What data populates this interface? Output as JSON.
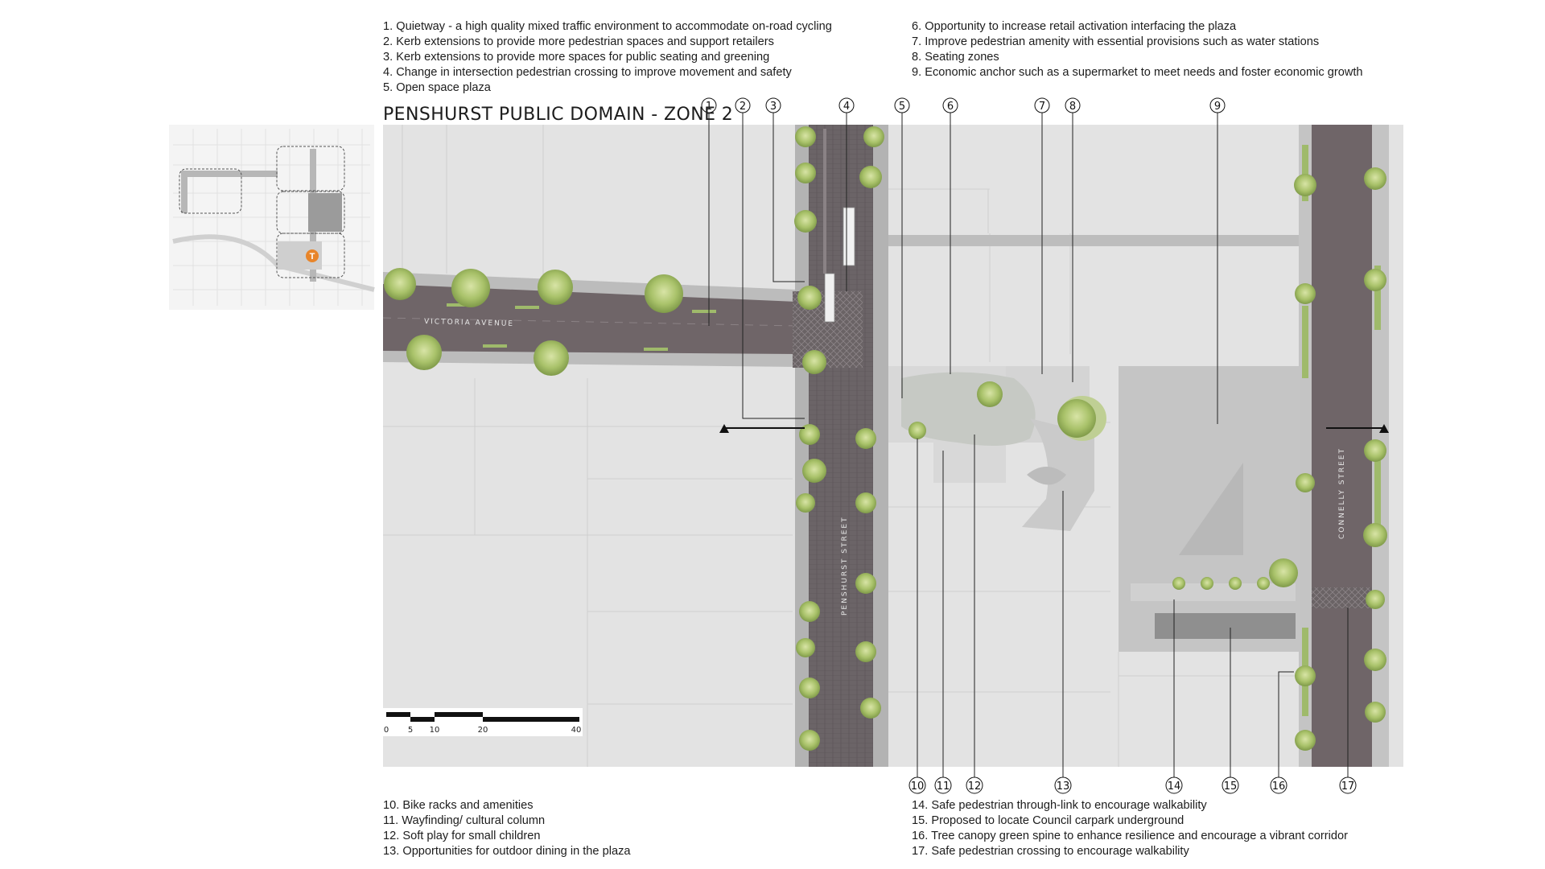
{
  "title": "PENSHURST PUBLIC DOMAIN - ZONE 2",
  "notes_top_left": [
    "1. Quietway - a high quality mixed traffic environment to accommodate on-road cycling",
    "2. Kerb extensions to provide more pedestrian spaces and support retailers",
    "3. Kerb extensions to provide more spaces for public seating and greening",
    "4. Change in intersection pedestrian crossing to improve movement and safety",
    "5. Open space plaza"
  ],
  "notes_top_right": [
    "6. Opportunity to increase retail activation interfacing the plaza",
    "7. Improve pedestrian amenity with essential provisions such as water stations",
    "8. Seating zones",
    "9. Economic anchor such as a supermarket to meet needs and foster economic growth"
  ],
  "notes_bottom_left": [
    "10. Bike racks and amenities",
    "11. Wayfinding/ cultural column",
    "12. Soft play for small children",
    "13. Opportunities for outdoor dining in the plaza"
  ],
  "notes_bottom_right": [
    "14. Safe pedestrian through-link to encourage walkability",
    "15. Proposed to locate Council carpark underground",
    "16. Tree canopy green spine to enhance resilience and encourage a vibrant corridor",
    "17. Safe pedestrian crossing to encourage walkability"
  ],
  "streets": {
    "victoria": "VICTORIA AVENUE",
    "penshurst": "PENSHURST STREET",
    "connelly": "CONNELLY STREET"
  },
  "callouts_top": [
    "1",
    "2",
    "3",
    "4",
    "5",
    "6",
    "7",
    "8",
    "9"
  ],
  "callouts_bottom": [
    "10",
    "11",
    "12",
    "13",
    "14",
    "15",
    "16",
    "17"
  ],
  "key_map": {
    "station_marker": "T"
  },
  "scale_bar": [
    "0",
    "5",
    "10",
    "20",
    "40"
  ],
  "colors": {
    "road": "#6f6568",
    "footpath": "#b9b9b9",
    "land": "#e3e3e3",
    "tree": "#a9c26a",
    "plaza": "#d6d6d6",
    "station": "#e8852a"
  }
}
